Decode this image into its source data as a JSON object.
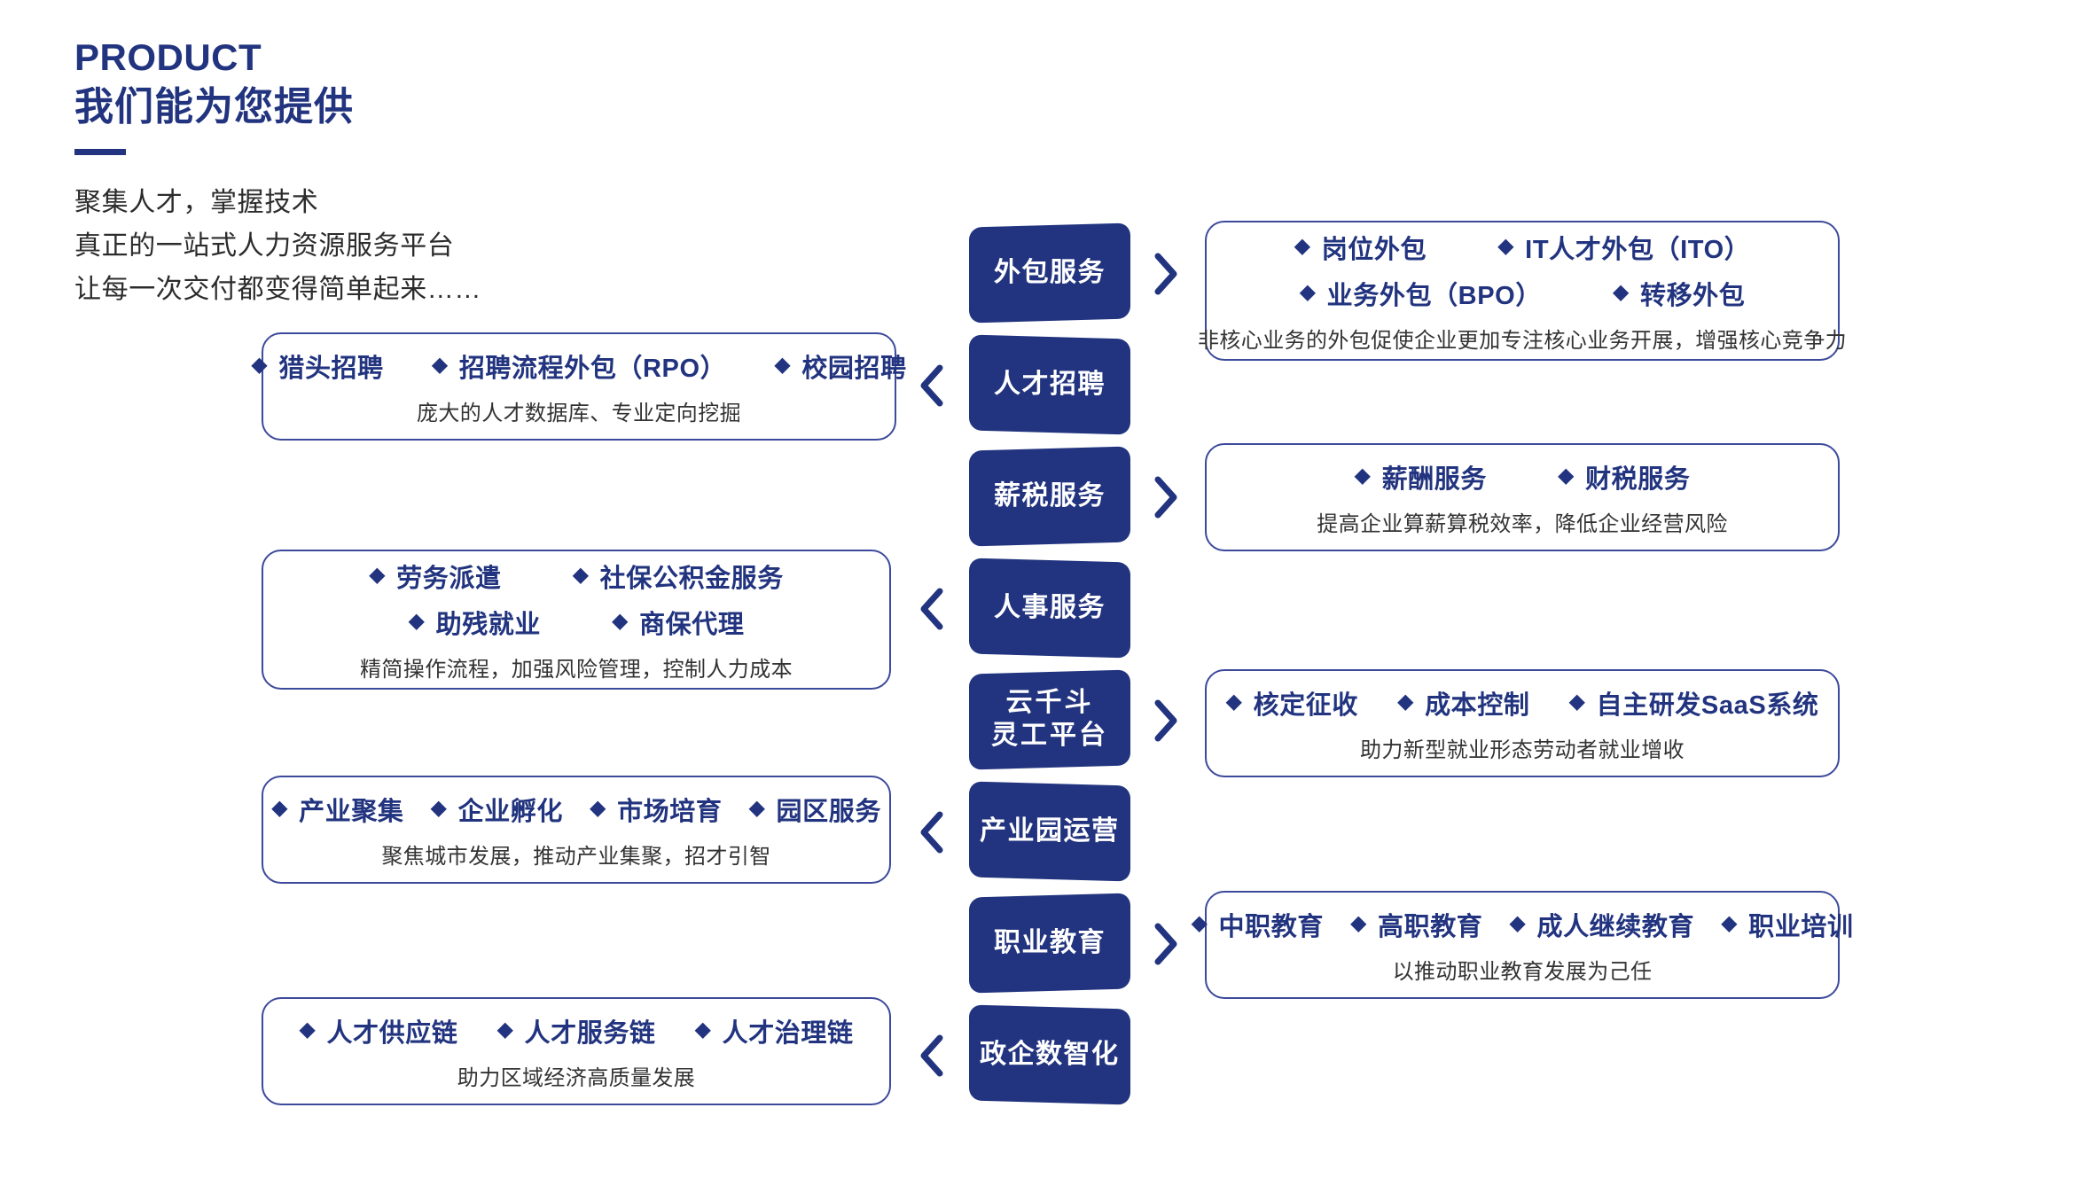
{
  "header": {
    "kicker": "PRODUCT",
    "headline": "我们能为您提供",
    "lede_lines": [
      "聚集人才，掌握技术",
      "真正的一站式人力资源服务平台",
      "让每一次交付都变得简单起来……"
    ]
  },
  "colors": {
    "brand_blue": "#22347f",
    "card_border": "#3c4a9b",
    "text_dark": "#333333"
  },
  "icons": {
    "diamond": "◆",
    "chevron_right": "chevron-right-icon",
    "chevron_left": "chevron-left-icon"
  },
  "sections": [
    {
      "tab": "外包服务",
      "side": "right",
      "chevron": "›",
      "rows": [
        [
          "岗位外包",
          "IT人才外包（ITO）"
        ],
        [
          "业务外包（BPO）",
          "转移外包"
        ]
      ],
      "desc": "非核心业务的外包促使企业更加专注核心业务开展，增强核心竞争力"
    },
    {
      "tab": "人才招聘",
      "side": "left",
      "chevron": "‹",
      "rows": [
        [
          "猎头招聘",
          "招聘流程外包（RPO）",
          "校园招聘"
        ]
      ],
      "desc": "庞大的人才数据库、专业定向挖掘"
    },
    {
      "tab": "薪税服务",
      "side": "right",
      "chevron": "›",
      "rows": [
        [
          "薪酬服务",
          "财税服务"
        ]
      ],
      "desc": "提高企业算薪算税效率，降低企业经营风险"
    },
    {
      "tab": "人事服务",
      "side": "left",
      "chevron": "‹",
      "rows": [
        [
          "劳务派遣",
          "社保公积金服务"
        ],
        [
          "助残就业",
          "商保代理"
        ]
      ],
      "desc": "精简操作流程，加强风险管理，控制人力成本"
    },
    {
      "tab": "云千斗\n灵工平台",
      "tab_line1": "云千斗",
      "tab_line2": "灵工平台",
      "side": "right",
      "chevron": "›",
      "rows": [
        [
          "核定征收",
          "成本控制",
          "自主研发SaaS系统"
        ]
      ],
      "desc": "助力新型就业形态劳动者就业增收"
    },
    {
      "tab": "产业园运营",
      "side": "left",
      "chevron": "‹",
      "rows": [
        [
          "产业聚集",
          "企业孵化",
          "市场培育",
          "园区服务"
        ]
      ],
      "desc": "聚焦城市发展，推动产业集聚，招才引智"
    },
    {
      "tab": "职业教育",
      "side": "right",
      "chevron": "›",
      "rows": [
        [
          "中职教育",
          "高职教育",
          "成人继续教育",
          "职业培训"
        ]
      ],
      "desc": "以推动职业教育发展为己任"
    },
    {
      "tab": "政企数智化",
      "side": "left",
      "chevron": "‹",
      "rows": [
        [
          "人才供应链",
          "人才服务链",
          "人才治理链"
        ]
      ],
      "desc": "助力区域经济高质量发展"
    }
  ]
}
